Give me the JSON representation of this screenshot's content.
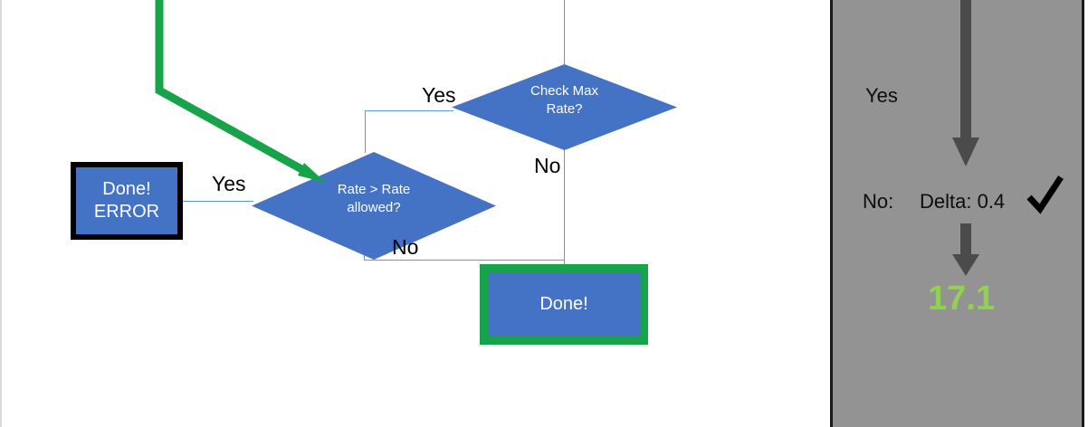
{
  "slide": {
    "background_color": "#ffffff",
    "accent_blue": "#4472c4",
    "connector_blue": "#5b9bd5",
    "highlight_green": "#16a34a",
    "result_green": "#92d050",
    "panel_gray": "#939393"
  },
  "flowchart": {
    "nodes": [
      {
        "id": "check-max-rate",
        "type": "decision",
        "label_line1": "Check Max",
        "label_line2": "Rate?"
      },
      {
        "id": "rate-gt-rate-allowed",
        "type": "decision",
        "label_line1": "Rate > Rate",
        "label_line2": "allowed?"
      },
      {
        "id": "done-error",
        "type": "terminator",
        "label_line1": "Done!",
        "label_line2": "ERROR",
        "border": "black"
      },
      {
        "id": "done",
        "type": "terminator",
        "label_line1": "Done!",
        "border": "green"
      }
    ],
    "branch_labels": {
      "check_max_rate_yes": "Yes",
      "check_max_rate_no": "No",
      "rate_allowed_yes": "Yes",
      "rate_allowed_no": "No"
    }
  },
  "panel": {
    "yes_label": "Yes",
    "no_label": "No:",
    "delta_label": "Delta: 0.4",
    "check_mark": "✓",
    "result_value": "17.1"
  }
}
